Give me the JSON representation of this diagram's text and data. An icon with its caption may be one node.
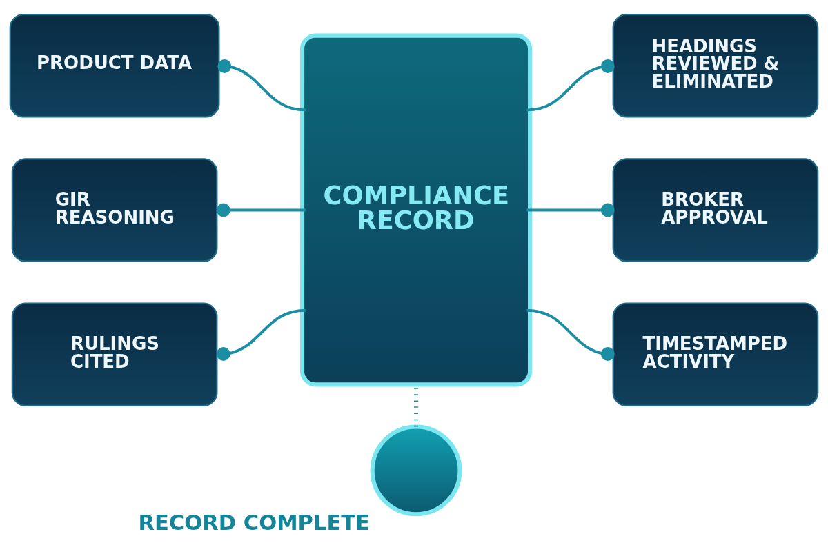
{
  "diagram": {
    "nodes": [
      {
        "text": [
          "PRODUCT DATA"
        ]
      },
      {
        "text": [
          "COMPLIANCE RECORD"
        ]
      },
      {
        "text": [
          "HEADINGS REVIEWED & ELIMINATED"
        ]
      },
      {
        "text": [
          "GIR REASONING"
        ]
      },
      {
        "text": [
          "BROKER APPROVAL"
        ]
      },
      {
        "text": [
          "RULINGS CITED"
        ]
      },
      {
        "text": [
          "TIMESTAMPED ACTIVITY"
        ]
      },
      {
        "text": [],
        "shape": "circle",
        "beside": [
          "RECORD COMPLETE"
        ]
      }
    ],
    "edges": [
      {
        "from": 0,
        "to": 1,
        "arrow": "other"
      },
      {
        "from": 1,
        "to": 2,
        "arrow": "other"
      },
      {
        "from": 3,
        "to": 1,
        "arrow": "other"
      },
      {
        "from": 1,
        "to": 4,
        "arrow": "other"
      },
      {
        "from": 5,
        "to": 1,
        "arrow": "other"
      },
      {
        "from": 1,
        "to": 6,
        "arrow": "other"
      },
      {
        "from": 1,
        "to": 7,
        "arrow": "none",
        "style": "dashed"
      }
    ]
  }
}
